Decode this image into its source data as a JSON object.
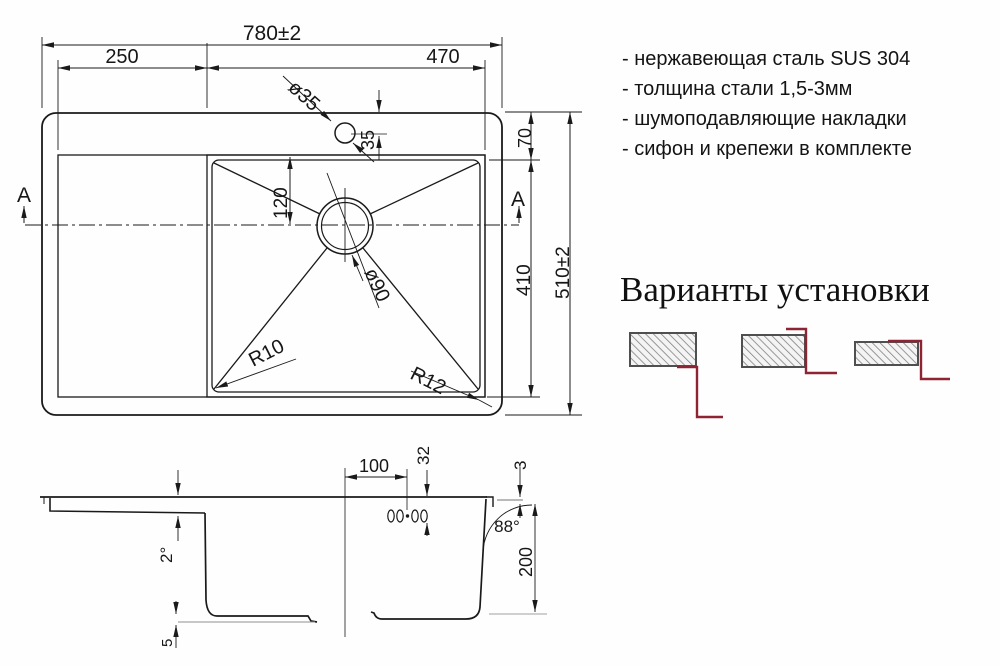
{
  "features": [
    "- нержавеющая сталь SUS 304",
    "- толщина стали 1,5-3мм",
    "- шумоподавляющие накладки",
    "- сифон и крепежи в комплекте"
  ],
  "install": {
    "heading": "Варианты установки"
  },
  "top_view": {
    "overall_width": "780±2",
    "wing_width": "250",
    "bowl_width": "470",
    "faucet_hole_diameter": "ø35",
    "faucet_hole_offset": "35",
    "rim_to_bowl": "70",
    "drain_center_offset": "120",
    "bowl_length": "410",
    "overall_depth": "510±2",
    "inner_corner_radius": "R10",
    "outer_corner_radius": "R12",
    "drain_diameter": "ø90",
    "section_label": "A"
  },
  "section_view": {
    "drain_to_faucet": "100",
    "faucet_step_depth": "32",
    "rim_height": "3",
    "wall_angle": "88°",
    "bowl_depth": "200",
    "drainboard_slope": "2°",
    "channel_depth": "5"
  },
  "colors": {
    "line": "#1a1a1a",
    "accent_red": "#8e2433",
    "hatch_gray": "#7a7a7a"
  }
}
